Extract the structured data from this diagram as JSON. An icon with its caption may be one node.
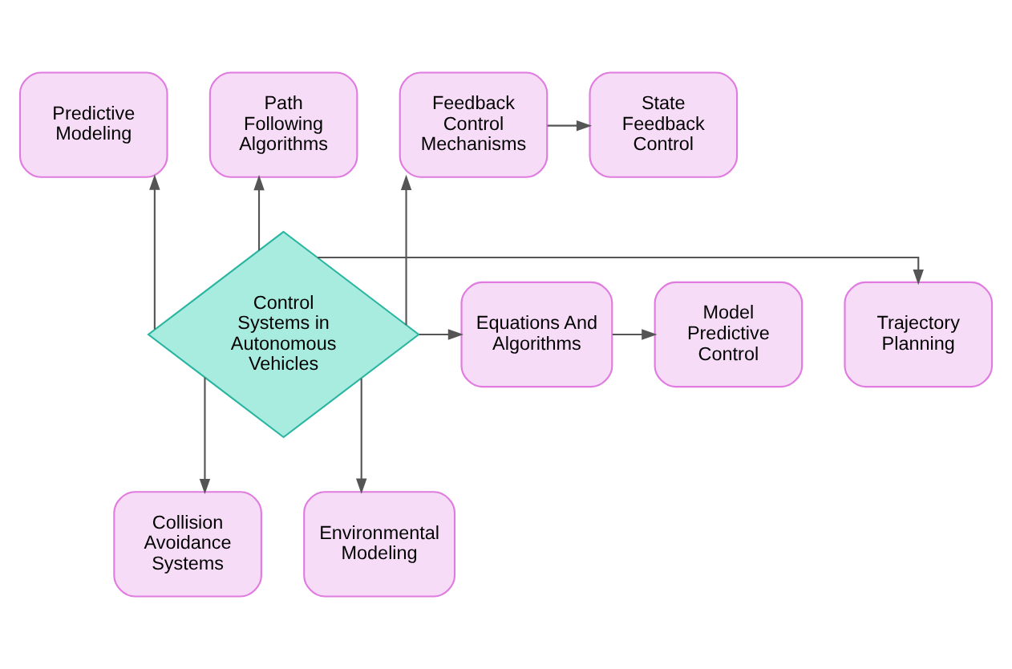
{
  "diagram": {
    "nodes": [
      {
        "text": [
          "Control Systems in Autonomous Vehicles"
        ]
      },
      {
        "text": [
          "Predictive Modeling"
        ]
      },
      {
        "text": [
          "Path Following Algorithms"
        ]
      },
      {
        "text": [
          "Feedback Control Mechanisms"
        ]
      },
      {
        "text": [
          "State Feedback Control"
        ]
      },
      {
        "text": [
          "Trajectory Planning"
        ]
      },
      {
        "text": [
          "Collision Avoidance Systems"
        ]
      },
      {
        "text": [
          "Equations And Algorithms"
        ]
      },
      {
        "text": [
          "Model Predictive Control"
        ]
      },
      {
        "text": [
          "Environmental Modeling"
        ]
      }
    ],
    "edges": [
      {
        "from": 0,
        "to": 1,
        "arrow": "to"
      },
      {
        "from": 0,
        "to": 2,
        "arrow": "to"
      },
      {
        "from": 0,
        "to": 3,
        "arrow": "to"
      },
      {
        "from": 3,
        "to": 4,
        "arrow": "to"
      },
      {
        "from": 0,
        "to": 5,
        "arrow": "to"
      },
      {
        "from": 0,
        "to": 6,
        "arrow": "to"
      },
      {
        "from": 0,
        "to": 7,
        "arrow": "to"
      },
      {
        "from": 7,
        "to": 8,
        "arrow": "to"
      },
      {
        "from": 0,
        "to": 9,
        "arrow": "to"
      }
    ]
  }
}
